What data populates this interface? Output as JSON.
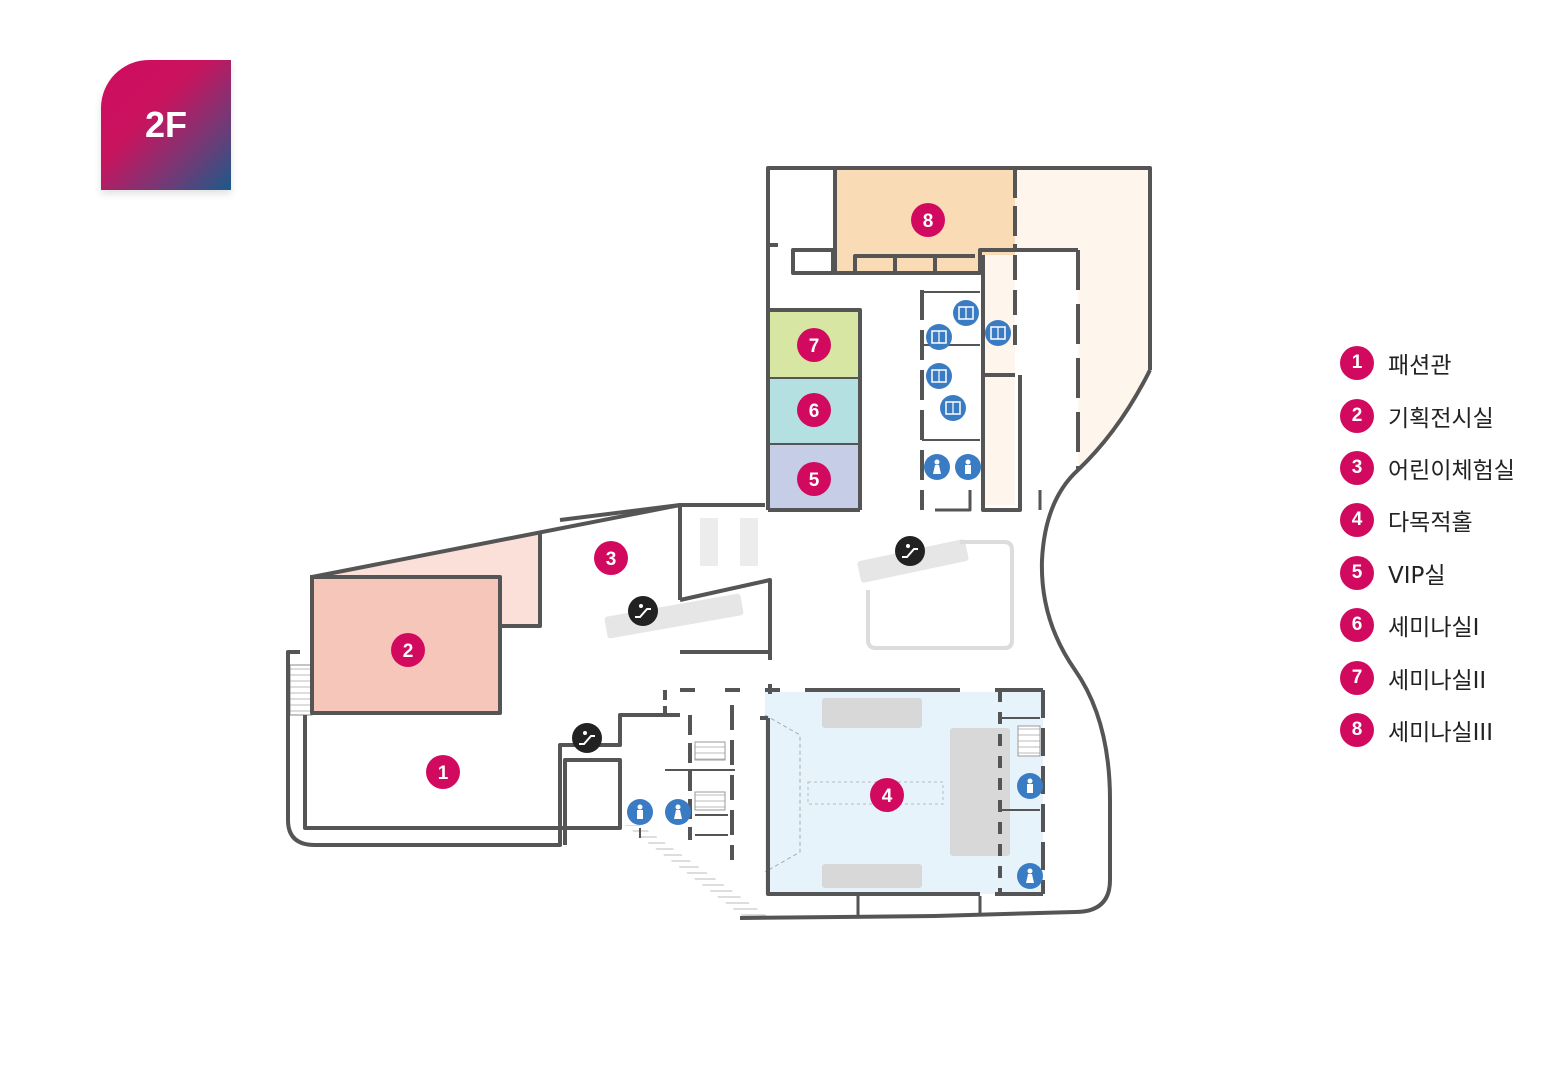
{
  "floor": {
    "label": "2F",
    "colors": [
      "#d10a5f",
      "#1a5a8a"
    ]
  },
  "legend": [
    {
      "num": "1",
      "label": "패션관"
    },
    {
      "num": "2",
      "label": "기획전시실"
    },
    {
      "num": "3",
      "label": "어린이체험실"
    },
    {
      "num": "4",
      "label": "다목적홀"
    },
    {
      "num": "5",
      "label": "VIP실"
    },
    {
      "num": "6",
      "label": "세미나실I"
    },
    {
      "num": "7",
      "label": "세미나실II"
    },
    {
      "num": "8",
      "label": "세미나실III"
    }
  ],
  "markers": [
    {
      "num": "1"
    },
    {
      "num": "2"
    },
    {
      "num": "3"
    },
    {
      "num": "4"
    },
    {
      "num": "5"
    },
    {
      "num": "6"
    },
    {
      "num": "7"
    },
    {
      "num": "8"
    }
  ],
  "icons": {
    "elevator": "elevator-icon",
    "escalator": "escalator-icon",
    "restroom_male": "restroom-male-icon",
    "restroom_female": "restroom-female-icon"
  },
  "colors": {
    "marker": "#d10a5f",
    "wall": "#555555",
    "room_2": "#f6c6bb",
    "room_3_annex": "#fae0d8",
    "room_4": "#e6f3fb",
    "room_5": "#c6cde6",
    "room_6": "#b5e0e2",
    "room_7": "#d8e6a4",
    "room_8": "#f9dcb6",
    "annex_east": "#fef5ec",
    "facility_icon": "#3a7cc4",
    "escalator_icon": "#222222"
  }
}
